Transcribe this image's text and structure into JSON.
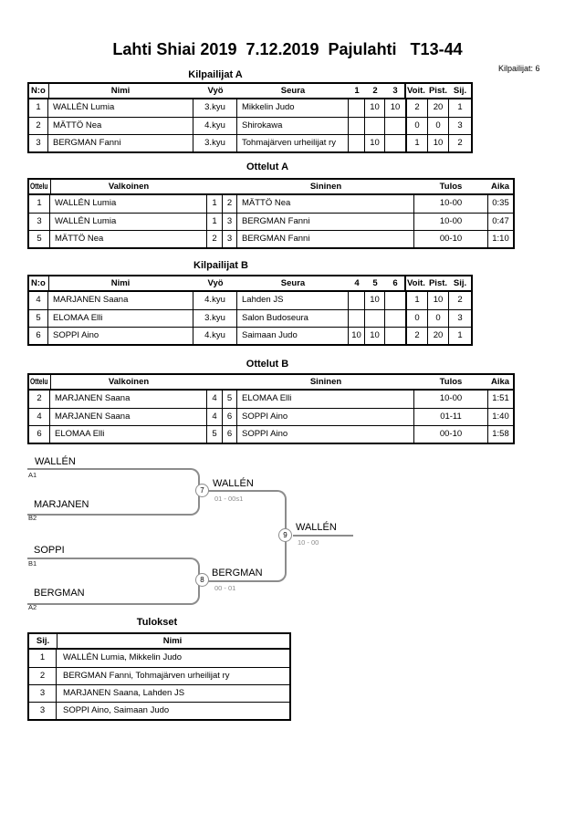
{
  "page": {
    "title": "Lahti Shiai 2019  7.12.2019  Pajulahti   T13-44",
    "competitors_label": "Kilpailijat: 6"
  },
  "sections": {
    "kilpailijat_a": {
      "heading": "Kilpailijat A",
      "headers": [
        "N:o",
        "Nimi",
        "Vyö",
        "Seura",
        "1",
        "2",
        "3",
        "Voit.",
        "Pist.",
        "Sij."
      ],
      "rows": [
        [
          "1",
          "WALLÉN Lumia",
          "3.kyu",
          "Mikkelin Judo",
          "",
          "10",
          "10",
          "2",
          "20",
          "1"
        ],
        [
          "2",
          "MÄTTÖ Nea",
          "4.kyu",
          "Shirokawa",
          "",
          "",
          "",
          "0",
          "0",
          "3"
        ],
        [
          "3",
          "BERGMAN Fanni",
          "3.kyu",
          "Tohmajärven urheilijat ry",
          "",
          "10",
          "",
          "1",
          "10",
          "2"
        ]
      ]
    },
    "ottelut_a": {
      "heading": "Ottelut A",
      "headers": [
        "Ottelu",
        "Valkoinen",
        "Sininen",
        "Tulos",
        "Aika"
      ],
      "rows": [
        [
          "1",
          "WALLÉN Lumia",
          "1",
          "2",
          "MÄTTÖ Nea",
          "10-00",
          "0:35"
        ],
        [
          "3",
          "WALLÉN Lumia",
          "1",
          "3",
          "BERGMAN Fanni",
          "10-00",
          "0:47"
        ],
        [
          "5",
          "MÄTTÖ Nea",
          "2",
          "3",
          "BERGMAN Fanni",
          "00-10",
          "1:10"
        ]
      ]
    },
    "kilpailijat_b": {
      "heading": "Kilpailijat B",
      "headers": [
        "N:o",
        "Nimi",
        "Vyö",
        "Seura",
        "4",
        "5",
        "6",
        "Voit.",
        "Pist.",
        "Sij."
      ],
      "rows": [
        [
          "4",
          "MARJANEN Saana",
          "4.kyu",
          "Lahden JS",
          "",
          "10",
          "",
          "1",
          "10",
          "2"
        ],
        [
          "5",
          "ELOMAA Elli",
          "3.kyu",
          "Salon Budoseura",
          "",
          "",
          "",
          "0",
          "0",
          "3"
        ],
        [
          "6",
          "SOPPI Aino",
          "4.kyu",
          "Saimaan Judo",
          "10",
          "10",
          "",
          "2",
          "20",
          "1"
        ]
      ]
    },
    "ottelut_b": {
      "heading": "Ottelut B",
      "headers": [
        "Ottelu",
        "Valkoinen",
        "Sininen",
        "Tulos",
        "Aika"
      ],
      "rows": [
        [
          "2",
          "MARJANEN Saana",
          "4",
          "5",
          "ELOMAA Elli",
          "10-00",
          "1:51"
        ],
        [
          "4",
          "MARJANEN Saana",
          "4",
          "6",
          "SOPPI Aino",
          "01-11",
          "1:40"
        ],
        [
          "6",
          "ELOMAA Elli",
          "5",
          "6",
          "SOPPI Aino",
          "00-10",
          "1:58"
        ]
      ]
    },
    "bracket": {
      "seeds": [
        {
          "name": "WALLÉN",
          "seed": "A1"
        },
        {
          "name": "MARJANEN",
          "seed": "B2"
        },
        {
          "name": "SOPPI",
          "seed": "B1"
        },
        {
          "name": "BERGMAN",
          "seed": "A2"
        }
      ],
      "matches": [
        {
          "number": "7",
          "winner": "WALLÉN",
          "score": "01 - 00s1"
        },
        {
          "number": "8",
          "winner": "BERGMAN",
          "score": "00 - 01"
        },
        {
          "number": "9",
          "winner": "WALLÉN",
          "score": "10 - 00"
        }
      ]
    },
    "tulokset": {
      "heading": "Tulokset",
      "headers": [
        "Sij.",
        "Nimi"
      ],
      "rows": [
        [
          "1",
          "WALLÉN Lumia, Mikkelin Judo"
        ],
        [
          "2",
          "BERGMAN Fanni, Tohmajärven urheilijat ry"
        ],
        [
          "3",
          "MARJANEN Saana, Lahden JS"
        ],
        [
          "3",
          "SOPPI Aino, Saimaan Judo"
        ]
      ]
    }
  }
}
